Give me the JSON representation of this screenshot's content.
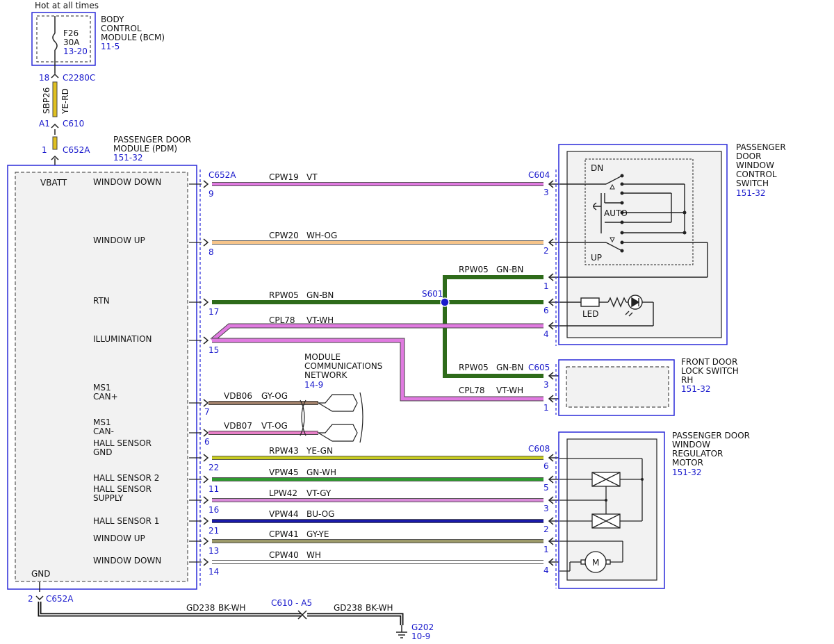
{
  "power": {
    "hot_label": "Hot at all times"
  },
  "bcm": {
    "name_lines": [
      "BODY",
      "CONTROL",
      "MODULE (BCM)"
    ],
    "ref": "11-5",
    "fuse": {
      "id": "F26",
      "amps": "30A",
      "ref": "13-20"
    }
  },
  "feed": {
    "c2280c_pin": "18",
    "c2280c": "C2280C",
    "circuit": "SBP26",
    "color": "YE-RD",
    "c610_pin": "A1",
    "c610": "C610",
    "c652a_pin": "1",
    "c652a": "C652A"
  },
  "pdm": {
    "name_lines": [
      "PASSENGER DOOR",
      "MODULE (PDM)"
    ],
    "ref": "151-32",
    "vbatt": "VBATT",
    "gnd": "GND",
    "connector": "C652A",
    "pin_labels": [
      {
        "lines": [
          "WINDOW DOWN"
        ]
      },
      {
        "lines": [
          "WINDOW UP"
        ]
      },
      {
        "lines": [
          "RTN"
        ]
      },
      {
        "lines": [
          "ILLUMINATION"
        ]
      },
      {
        "lines": [
          "MS1",
          "CAN+"
        ]
      },
      {
        "lines": [
          "MS1",
          "CAN-"
        ]
      },
      {
        "lines": [
          "HALL SENSOR",
          "GND"
        ]
      },
      {
        "lines": [
          "HALL SENSOR 2"
        ]
      },
      {
        "lines": [
          "HALL SENSOR",
          "SUPPLY"
        ]
      },
      {
        "lines": [
          "HALL SENSOR 1"
        ]
      },
      {
        "lines": [
          "WINDOW UP"
        ]
      },
      {
        "lines": [
          "WINDOW DOWN"
        ]
      }
    ]
  },
  "wires": [
    {
      "pdm_pin": "9",
      "circuit": "CPW19",
      "color": "VT",
      "far_pin": "3",
      "far_connector": "C604",
      "fill": "#e07ae0"
    },
    {
      "pdm_pin": "8",
      "circuit": "CPW20",
      "color": "WH-OG",
      "far_pin": "2",
      "fill": "#f6c48a"
    },
    {
      "pdm_pin": "17",
      "circuit": "RPW05",
      "color": "GN-BN",
      "far_pin": "6",
      "fill": "#2e6b1a"
    },
    {
      "pdm_pin": "15",
      "circuit": "CPL78",
      "color": "VT-WH",
      "far_pin": "4",
      "fill": "#e07ae0"
    },
    {
      "pdm_pin": "22",
      "circuit": "RPW43",
      "color": "YE-GN",
      "far_pin": "6",
      "far_connector": "C608",
      "fill": "#c8cc22"
    },
    {
      "pdm_pin": "11",
      "circuit": "VPW45",
      "color": "GN-WH",
      "far_pin": "5",
      "fill": "#2f9a2f"
    },
    {
      "pdm_pin": "16",
      "circuit": "LPW42",
      "color": "VT-GY",
      "far_pin": "3",
      "fill": "#d98ad9"
    },
    {
      "pdm_pin": "21",
      "circuit": "VPW44",
      "color": "BU-OG",
      "far_pin": "2",
      "fill": "#1a1aa8"
    },
    {
      "pdm_pin": "13",
      "circuit": "CPW41",
      "color": "GY-YE",
      "far_pin": "1",
      "fill": "#9c9a6a"
    },
    {
      "pdm_pin": "14",
      "circuit": "CPW40",
      "color": "WH",
      "far_pin": "4",
      "fill": "#ffffff"
    }
  ],
  "branches": [
    {
      "circuit": "RPW05",
      "color": "GN-BN",
      "far_pin": "1"
    },
    {
      "circuit": "RPW05",
      "color": "GN-BN",
      "far_pin": "3",
      "far_connector": "C605"
    },
    {
      "circuit": "CPL78",
      "color": "VT-WH",
      "far_pin": "1"
    }
  ],
  "splice": {
    "label": "S601"
  },
  "can_wires": [
    {
      "pdm_pin": "7",
      "circuit": "VDB06",
      "color": "GY-OG",
      "fill": "#a0806a"
    },
    {
      "pdm_pin": "6",
      "circuit": "VDB07",
      "color": "VT-OG",
      "fill": "#e880c8"
    }
  ],
  "network": {
    "name_lines": [
      "MODULE",
      "COMMUNICATIONS",
      "NETWORK"
    ],
    "ref": "14-9"
  },
  "window_switch": {
    "name_lines": [
      "PASSENGER",
      "DOOR",
      "WINDOW",
      "CONTROL",
      "SWITCH"
    ],
    "ref": "151-32",
    "dn": "DN",
    "auto": "AUTO",
    "up": "UP",
    "led": "LED"
  },
  "lock_switch": {
    "name_lines": [
      "FRONT DOOR",
      "LOCK SWITCH",
      "RH"
    ],
    "ref": "151-32"
  },
  "motor": {
    "name_lines": [
      "PASSENGER DOOR",
      "WINDOW",
      "REGULATOR",
      "MOTOR"
    ],
    "ref": "151-32",
    "symbol": "M"
  },
  "ground": {
    "pdm_pin": "2",
    "connector": "C652A",
    "circuit": "GD238",
    "color": "BK-WH",
    "inline": "C610 - A5",
    "point": "G202",
    "ref": "10-9"
  },
  "colors": {
    "outline_blue": "#2a2ad8",
    "ref_blue": "#1a1acc",
    "rtn_green": "#2e6b1a",
    "box_fill": "#f2f2f2"
  }
}
